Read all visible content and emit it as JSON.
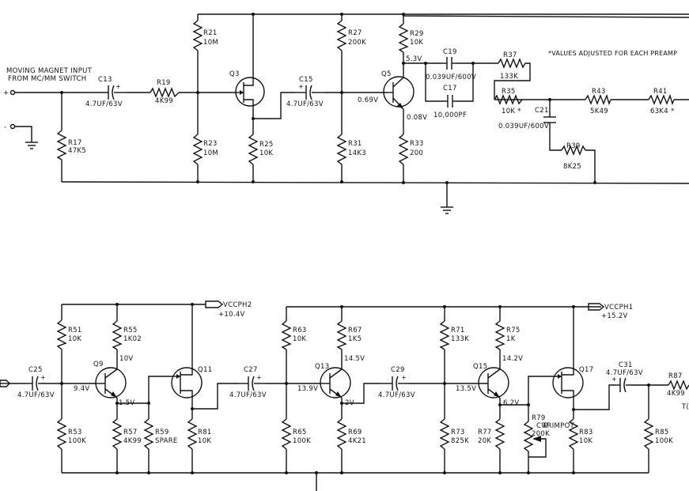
{
  "notes": {
    "input_title_1": "MOVING MAGNET INPUT",
    "input_title_2": "FROM MC/MM SWITCH",
    "plus": "+",
    "minus": "-",
    "values_note": "*VALUES ADJUSTED FOR EACH PREAMP"
  },
  "top": {
    "c13": {
      "ref": "C13",
      "val": "4.7UF/63V"
    },
    "r19": {
      "ref": "R19",
      "val": "4K99"
    },
    "r17": {
      "ref": "R17",
      "val": "47K5"
    },
    "r21": {
      "ref": "R21",
      "val": "10M"
    },
    "r23": {
      "ref": "R23",
      "val": "10M"
    },
    "q3": {
      "ref": "Q3"
    },
    "r25": {
      "ref": "R25",
      "val": "10K"
    },
    "c15": {
      "ref": "C15",
      "val": "4.7UF/63V"
    },
    "r27": {
      "ref": "R27",
      "val": "200K"
    },
    "r31": {
      "ref": "R31",
      "val": "14K3"
    },
    "q5": {
      "ref": "Q5",
      "v_base": "0.69V",
      "v_collector": "5.3V",
      "v_emitter": "0.08V"
    },
    "r29": {
      "ref": "R29",
      "val": "10K"
    },
    "r33": {
      "ref": "R33",
      "val": "200"
    },
    "c19": {
      "ref": "C19",
      "val": "0.039UF/600V"
    },
    "c17": {
      "ref": "C17",
      "val": "10,000PF"
    },
    "r37": {
      "ref": "R37",
      "val": "133K"
    },
    "r35": {
      "ref": "R35",
      "val": "10K *"
    },
    "c21": {
      "ref": "C21",
      "val": "0.039UF/600V"
    },
    "r39": {
      "ref": "R39",
      "val": "8K25"
    },
    "r43": {
      "ref": "R43",
      "val": "5K49"
    },
    "r41": {
      "ref": "R41",
      "val": "63K4 *"
    }
  },
  "bottom": {
    "c25": {
      "ref": "C25",
      "val": "4.7UF/63V"
    },
    "r51": {
      "ref": "R51",
      "val": "10K"
    },
    "r53": {
      "ref": "R53",
      "val": "100K"
    },
    "q9": {
      "ref": "Q9",
      "v_base": "9.4V",
      "v_collector": "10V",
      "v_emitter": "1.5V"
    },
    "r55": {
      "ref": "R55",
      "val": "1K02"
    },
    "r57": {
      "ref": "R57",
      "val": "4K99"
    },
    "r59": {
      "ref": "R59",
      "val": "SPARE"
    },
    "q11": {
      "ref": "Q11"
    },
    "r81": {
      "ref": "R81",
      "val": "10K"
    },
    "vccph2": {
      "label": "VCCPH2",
      "volts": "+10.4V"
    },
    "c27": {
      "ref": "C27",
      "val": "4.7UF/63V"
    },
    "r63": {
      "ref": "R63",
      "val": "10K"
    },
    "r65": {
      "ref": "R65",
      "val": "100K"
    },
    "q13": {
      "ref": "Q13",
      "v_base": "13.9V",
      "v_collector": "14.5V",
      "v_emitter": "2V"
    },
    "r67": {
      "ref": "R67",
      "val": "1K5"
    },
    "r69": {
      "ref": "R69",
      "val": "4K21"
    },
    "c29": {
      "ref": "C29",
      "val": "4.7UF/63V"
    },
    "r71": {
      "ref": "R71",
      "val": "133K"
    },
    "r73": {
      "ref": "R73",
      "val": "825K"
    },
    "q15": {
      "ref": "Q15",
      "v_base": "13.5V",
      "v_collector": "14.2V",
      "v_emitter": "6.2V"
    },
    "r75": {
      "ref": "R75",
      "val": "1K"
    },
    "r77": {
      "ref": "R77",
      "val": "20K"
    },
    "r79": {
      "ref": "R79",
      "val": "200K",
      "note": "TRIMPOT",
      "cw": "CW"
    },
    "vccph1": {
      "label": "VCCPH1",
      "volts": "+15.2V"
    },
    "q17": {
      "ref": "Q17"
    },
    "r83": {
      "ref": "R83",
      "val": "10K"
    },
    "c31": {
      "ref": "C31",
      "val": "4.7UF/63V"
    },
    "r85": {
      "ref": "R85",
      "val": "100K"
    },
    "r87": {
      "ref": "R87",
      "val": "4K99"
    },
    "edge": "T("
  }
}
